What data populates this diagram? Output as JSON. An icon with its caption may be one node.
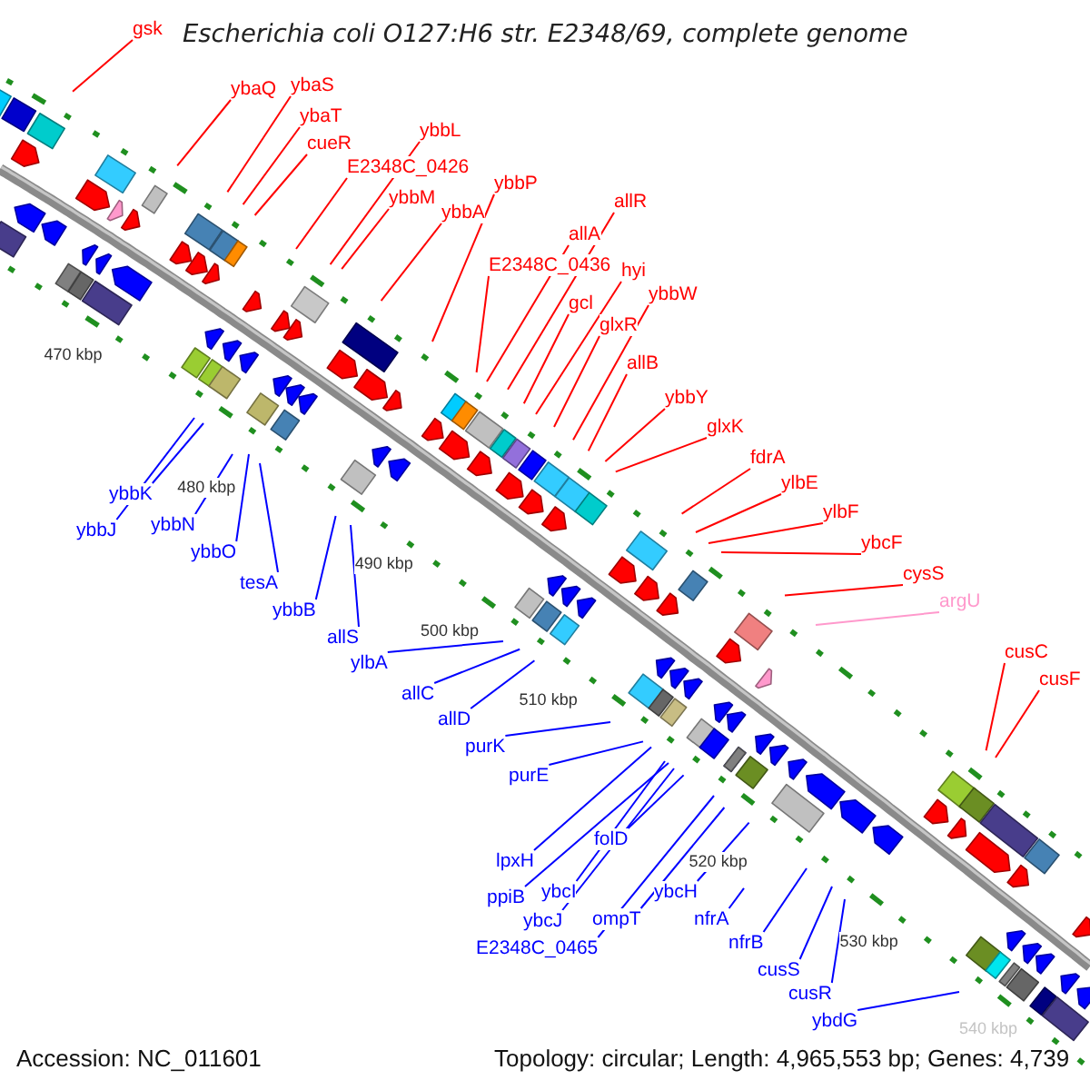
{
  "diagram": {
    "title": "Escherichia coli O127:H6 str. E2348/69, complete genome",
    "nodes": [
      {
        "text": [
          "gsk"
        ]
      },
      {
        "text": [
          "ybaQ"
        ]
      },
      {
        "text": [
          "ybaS"
        ]
      },
      {
        "text": [
          "ybaT"
        ]
      },
      {
        "text": [
          "cueR"
        ]
      },
      {
        "text": [
          "E2348C_0426"
        ]
      },
      {
        "text": [
          "ybbL"
        ]
      },
      {
        "text": [
          "ybbM"
        ]
      },
      {
        "text": [
          "ybbP"
        ]
      },
      {
        "text": [
          "ybbA"
        ]
      },
      {
        "text": [
          "E2348C_0436"
        ]
      },
      {
        "text": [
          "allR"
        ]
      },
      {
        "text": [
          "allA"
        ]
      },
      {
        "text": [
          "hyi"
        ]
      },
      {
        "text": [
          "gcl"
        ]
      },
      {
        "text": [
          "ybbW"
        ]
      },
      {
        "text": [
          "glxR"
        ]
      },
      {
        "text": [
          "allB"
        ]
      },
      {
        "text": [
          "ybbY"
        ]
      },
      {
        "text": [
          "glxK"
        ]
      },
      {
        "text": [
          "fdrA"
        ]
      },
      {
        "text": [
          "ylbE"
        ]
      },
      {
        "text": [
          "ylbF"
        ]
      },
      {
        "text": [
          "ybcF"
        ]
      },
      {
        "text": [
          "cysS"
        ]
      },
      {
        "text": [
          "argU"
        ]
      },
      {
        "text": [
          "cusC"
        ]
      },
      {
        "text": [
          "cusF"
        ]
      },
      {
        "text": [
          "ybbK"
        ]
      },
      {
        "text": [
          "ybbJ"
        ]
      },
      {
        "text": [
          "ybbN"
        ]
      },
      {
        "text": [
          "ybbO"
        ]
      },
      {
        "text": [
          "tesA"
        ]
      },
      {
        "text": [
          "ybbB"
        ]
      },
      {
        "text": [
          "allS"
        ]
      },
      {
        "text": [
          "ylbA"
        ]
      },
      {
        "text": [
          "allC"
        ]
      },
      {
        "text": [
          "allD"
        ]
      },
      {
        "text": [
          "purK"
        ]
      },
      {
        "text": [
          "purE"
        ]
      },
      {
        "text": [
          "lpxH"
        ]
      },
      {
        "text": [
          "ppiB"
        ]
      },
      {
        "text": [
          "ybcI"
        ]
      },
      {
        "text": [
          "ybcJ"
        ]
      },
      {
        "text": [
          "E2348C_0465"
        ]
      },
      {
        "text": [
          "folD"
        ]
      },
      {
        "text": [
          "ompT"
        ]
      },
      {
        "text": [
          "ybcH"
        ]
      },
      {
        "text": [
          "nfrA"
        ]
      },
      {
        "text": [
          "nfrB"
        ]
      },
      {
        "text": [
          "cusS"
        ]
      },
      {
        "text": [
          "cusR"
        ]
      },
      {
        "text": [
          "ybdG"
        ]
      }
    ],
    "edges": [
      {
        "from": 0,
        "to": null,
        "arrow": "none"
      },
      {
        "from": 1,
        "to": null,
        "arrow": "none"
      },
      {
        "from": 2,
        "to": null,
        "arrow": "none"
      },
      {
        "from": 3,
        "to": null,
        "arrow": "none"
      },
      {
        "from": 4,
        "to": null,
        "arrow": "none"
      },
      {
        "from": 5,
        "to": null,
        "arrow": "none"
      },
      {
        "from": 6,
        "to": null,
        "arrow": "none"
      },
      {
        "from": 7,
        "to": null,
        "arrow": "none"
      },
      {
        "from": 8,
        "to": null,
        "arrow": "none"
      },
      {
        "from": 9,
        "to": null,
        "arrow": "none"
      },
      {
        "from": 10,
        "to": null,
        "arrow": "none"
      },
      {
        "from": 11,
        "to": null,
        "arrow": "none"
      },
      {
        "from": 12,
        "to": null,
        "arrow": "none"
      },
      {
        "from": 13,
        "to": null,
        "arrow": "none"
      },
      {
        "from": 14,
        "to": null,
        "arrow": "none"
      },
      {
        "from": 15,
        "to": null,
        "arrow": "none"
      },
      {
        "from": 16,
        "to": null,
        "arrow": "none"
      },
      {
        "from": 17,
        "to": null,
        "arrow": "none"
      },
      {
        "from": 18,
        "to": null,
        "arrow": "none"
      },
      {
        "from": 19,
        "to": null,
        "arrow": "none"
      },
      {
        "from": 20,
        "to": null,
        "arrow": "none"
      },
      {
        "from": 21,
        "to": null,
        "arrow": "none"
      },
      {
        "from": 22,
        "to": null,
        "arrow": "none"
      },
      {
        "from": 23,
        "to": null,
        "arrow": "none"
      },
      {
        "from": 24,
        "to": null,
        "arrow": "none"
      },
      {
        "from": 25,
        "to": null,
        "arrow": "none",
        "color": "#ff99cc"
      },
      {
        "from": 26,
        "to": null,
        "arrow": "none"
      },
      {
        "from": 27,
        "to": null,
        "arrow": "none"
      },
      {
        "from": 28,
        "to": null,
        "arrow": "none",
        "color": "#0000ff"
      },
      {
        "from": 29,
        "to": null,
        "arrow": "none",
        "color": "#0000ff"
      },
      {
        "from": 30,
        "to": null,
        "arrow": "none",
        "color": "#0000ff"
      },
      {
        "from": 31,
        "to": null,
        "arrow": "none",
        "color": "#0000ff"
      },
      {
        "from": 32,
        "to": null,
        "arrow": "none",
        "color": "#0000ff"
      },
      {
        "from": 33,
        "to": null,
        "arrow": "none",
        "color": "#0000ff"
      },
      {
        "from": 34,
        "to": null,
        "arrow": "none",
        "color": "#0000ff"
      },
      {
        "from": 35,
        "to": null,
        "arrow": "none",
        "color": "#0000ff"
      },
      {
        "from": 36,
        "to": null,
        "arrow": "none",
        "color": "#0000ff"
      },
      {
        "from": 37,
        "to": null,
        "arrow": "none",
        "color": "#0000ff"
      },
      {
        "from": 38,
        "to": null,
        "arrow": "none",
        "color": "#0000ff"
      },
      {
        "from": 39,
        "to": null,
        "arrow": "none",
        "color": "#0000ff"
      },
      {
        "from": 40,
        "to": null,
        "arrow": "none",
        "color": "#0000ff"
      },
      {
        "from": 41,
        "to": null,
        "arrow": "none",
        "color": "#0000ff"
      },
      {
        "from": 42,
        "to": null,
        "arrow": "none",
        "color": "#0000ff"
      },
      {
        "from": 43,
        "to": null,
        "arrow": "none",
        "color": "#0000ff"
      },
      {
        "from": 44,
        "to": null,
        "arrow": "none",
        "color": "#0000ff"
      },
      {
        "from": 45,
        "to": null,
        "arrow": "none",
        "color": "#0000ff"
      },
      {
        "from": 46,
        "to": null,
        "arrow": "none",
        "color": "#0000ff"
      },
      {
        "from": 47,
        "to": null,
        "arrow": "none",
        "color": "#0000ff"
      },
      {
        "from": 48,
        "to": null,
        "arrow": "none",
        "color": "#0000ff"
      },
      {
        "from": 49,
        "to": null,
        "arrow": "none",
        "color": "#0000ff"
      },
      {
        "from": 50,
        "to": null,
        "arrow": "none",
        "color": "#0000ff"
      },
      {
        "from": 51,
        "to": null,
        "arrow": "none",
        "color": "#0000ff"
      },
      {
        "from": 52,
        "to": null,
        "arrow": "none",
        "color": "#0000ff"
      }
    ],
    "labels": [
      "470 kbp",
      "480 kbp",
      "490 kbp",
      "500 kbp",
      "510 kbp",
      "520 kbp",
      "530 kbp",
      "540 kbp",
      "Accession: NC_011601",
      "Topology: circular; Length: 4,965,553 bp; Genes: 4,739"
    ]
  }
}
